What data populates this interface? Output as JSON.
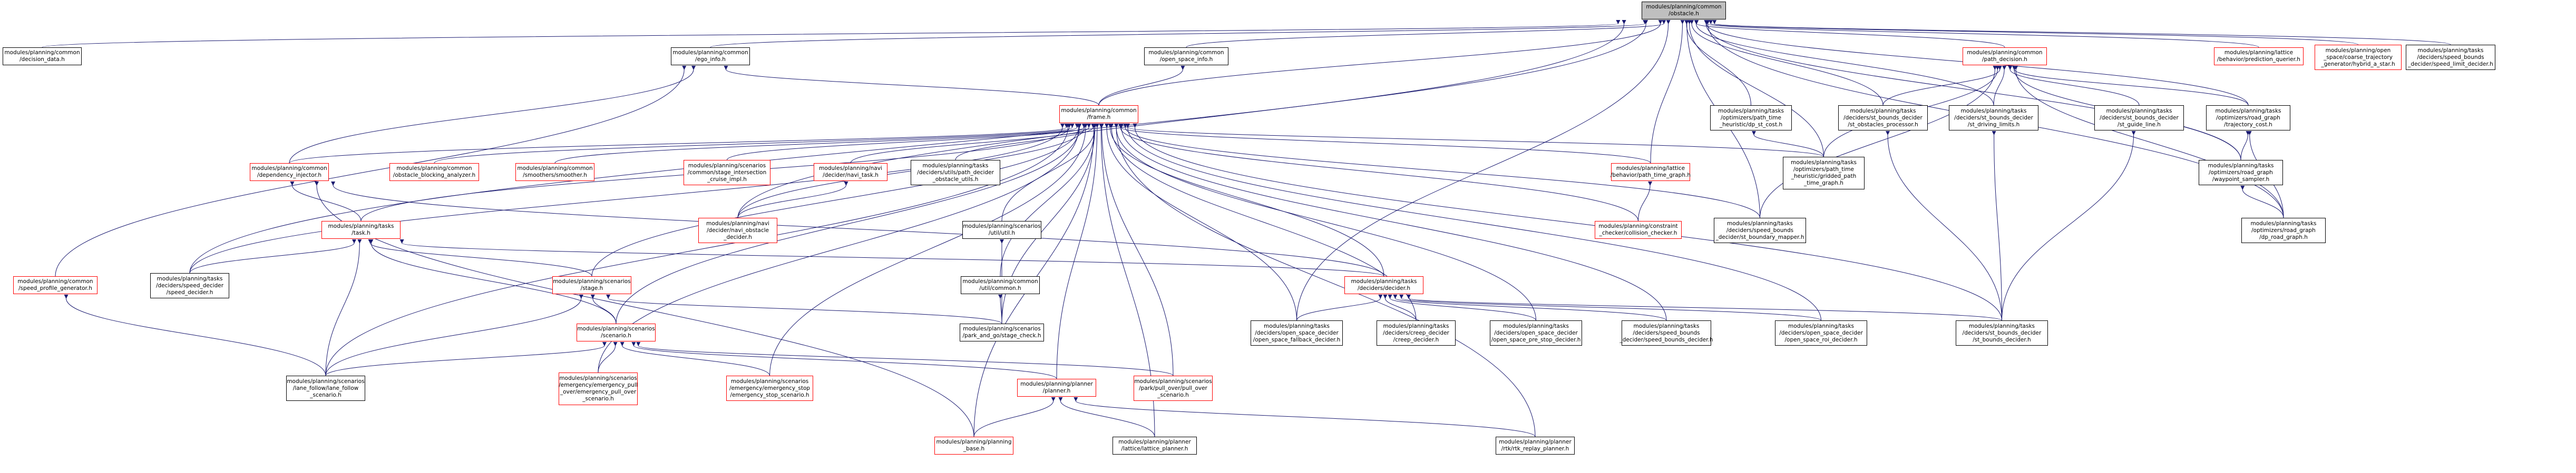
{
  "graph": {
    "kind": "include-dependency-graph",
    "colors": {
      "edge": "#191970",
      "node_border": "#000000",
      "node_border_external": "#ff0000",
      "root_fill": "#bfbfbf"
    },
    "nodes": {
      "obstacle_h": "modules/planning/common\n/obstacle.h",
      "decision_data_h": "modules/planning/common\n/decision_data.h",
      "ego_info_h": "modules/planning/common\n/ego_info.h",
      "open_space_info_h": "modules/planning/common\n/open_space_info.h",
      "frame_h": "modules/planning/common\n/frame.h",
      "path_decision_h": "modules/planning/common\n/path_decision.h",
      "prediction_querier_h": "modules/planning/lattice\n/behavior/prediction_querier.h",
      "hybrid_a_star_h": "modules/planning/open\n_space/coarse_trajectory\n_generator/hybrid_a_star.h",
      "speed_limit_decider_h": "modules/planning/tasks\n/deciders/speed_bounds\n_decider/speed_limit_decider.h",
      "dp_st_cost_h": "modules/planning/tasks\n/optimizers/path_time\n_heuristic/dp_st_cost.h",
      "st_obstacles_processor_h": "modules/planning/tasks\n/deciders/st_bounds_decider\n/st_obstacles_processor.h",
      "st_driving_limits_h": "modules/planning/tasks\n/deciders/st_bounds_decider\n/st_driving_limits.h",
      "st_guide_line_h": "modules/planning/tasks\n/deciders/st_bounds_decider\n/st_guide_line.h",
      "trajectory_cost_h": "modules/planning/tasks\n/optimizers/road_graph\n/trajectory_cost.h",
      "dependency_injector_h": "modules/planning/common\n/dependency_injector.h",
      "obstacle_blocking_analyzer_h": "modules/planning/common\n/obstacle_blocking_analyzer.h",
      "smoother_h": "modules/planning/common\n/smoothers/smoother.h",
      "stage_intersection_cruise_impl_h": "modules/planning/scenarios\n/common/stage_intersection\n_cruise_impl.h",
      "navi_task_h": "modules/planning/navi\n/decider/navi_task.h",
      "path_decider_obstacle_utils_h": "modules/planning/tasks\n/deciders/utils/path_decider\n_obstacle_utils.h",
      "path_time_graph_h": "modules/planning/lattice\n/behavior/path_time_graph.h",
      "gridded_path_time_graph_h": "modules/planning/tasks\n/optimizers/path_time\n_heuristic/gridded_path\n_time_graph.h",
      "waypoint_sampler_h": "modules/planning/tasks\n/optimizers/road_graph\n/waypoint_sampler.h",
      "task_h": "modules/planning/tasks\n/task.h",
      "navi_obstacle_decider_h": "modules/planning/navi\n/decider/navi_obstacle\n_decider.h",
      "util_h": "modules/planning/scenarios\n/util/util.h",
      "collision_checker_h": "modules/planning/constraint\n_checker/collision_checker.h",
      "decider_boundary_mapper_h": "modules/planning/tasks\n/deciders/speed_bounds\n_decider/st_boundary_mapper.h",
      "dp_road_graph_h": "modules/planning/tasks\n/optimizers/road_graph\n/dp_road_graph.h",
      "speed_profile_generator_h": "modules/planning/common\n/speed_profile_generator.h",
      "speed_decider_h": "modules/planning/tasks\n/deciders/speed_decider\n/speed_decider.h",
      "stage_h": "modules/planning/scenarios\n/stage.h",
      "util_common_h": "modules/planning/common\n/util/common.h",
      "decider_h": "modules/planning/tasks\n/deciders/decider.h",
      "pull_and_go_stage_check_h": "modules/planning/scenarios\n/park_and_go/stage_check.h",
      "open_space_fallback_decider_h": "modules/planning/tasks\n/deciders/open_space_decider\n/open_space_fallback_decider.h",
      "creep_decider_h": "modules/planning/tasks\n/deciders/creep_decider\n/creep_decider.h",
      "open_space_pre_stop_decider_h": "modules/planning/tasks\n/deciders/open_space_decider\n/open_space_pre_stop_decider.h",
      "speed_bounds_decider_h": "modules/planning/tasks\n/deciders/speed_bounds\n_decider/speed_bounds_decider.h",
      "open_space_roi_decider_h": "modules/planning/tasks\n/deciders/open_space_decider\n/open_space_roi_decider.h",
      "st_bounds_decider_h": "modules/planning/tasks\n/deciders/st_bounds_decider\n/st_bounds_decider.h",
      "scenario_h": "modules/planning/scenarios\n/scenario.h",
      "lane_follow_scenario_h": "modules/planning/scenarios\n/lane_follow/lane_follow\n_scenario.h",
      "emergency_pull_over_scenario_h": "modules/planning/scenarios\n/emergency/emergency_pull\n_over/emergency_pull_over\n_scenario.h",
      "emergency_stop_scenario_h": "modules/planning/scenarios\n/emergency/emergency_stop\n/emergency_stop_scenario.h",
      "planner_h": "modules/planning/planner\n/planner.h",
      "pull_over_scenario_h": "modules/planning/scenarios\n/park/pull_over/pull_over\n_scenario.h",
      "planning_base_h": "modules/planning/planning\n_base.h",
      "lattice_planner_h": "modules/planning/planner\n/lattice/lattice_planner.h",
      "rtk_replay_planner_h": "modules/planning/planner\n/rtk/rtk_replay_planner.h"
    }
  }
}
